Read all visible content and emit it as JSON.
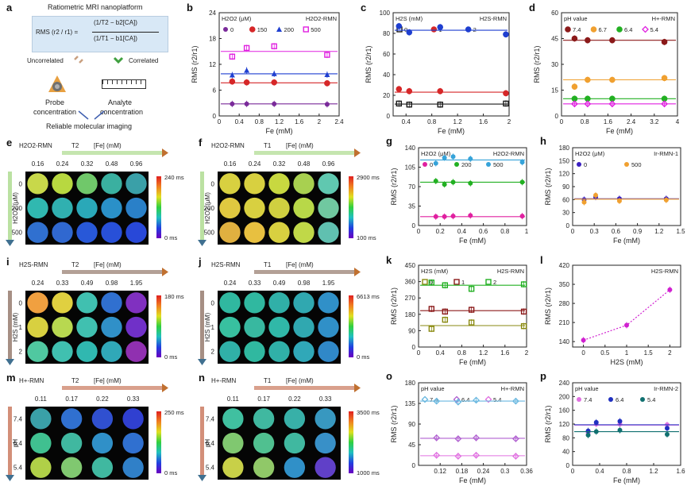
{
  "panel_letters": [
    "a",
    "b",
    "c",
    "d",
    "e",
    "f",
    "g",
    "h",
    "i",
    "j",
    "k",
    "l",
    "m",
    "n",
    "o",
    "p"
  ],
  "schematic": {
    "title": "Ratiometric MRI nanoplatform",
    "formula_lhs": "RMS (r2 / r1) =",
    "formula_num": "(1/T2 − b2[CA])",
    "formula_den": "(1/T1 − b1[CA])",
    "uncorrelated": "Uncorrelated",
    "correlated": "Correlated",
    "probe_line1": "Probe",
    "probe_line2": "concentration",
    "analyte_line1": "Analyte",
    "analyte_line2": "concentration",
    "reliable": "Reliable molecular imaging"
  },
  "colors": {
    "black": "#1a1a1a",
    "red": "#d62728",
    "blue": "#1f3fd0",
    "magenta": "#e020e0",
    "purple": "#7a2a9a",
    "orange": "#f0a030",
    "green": "#22b022",
    "lightblue": "#36a3d9",
    "darkred": "#8b1a1a",
    "olive": "#8a8a10",
    "pink": "#e070e0"
  },
  "chart_data": [
    {
      "id": "b",
      "type": "scatter",
      "title": "H2O2-RMN",
      "legend_title": "H2O2 (μM)",
      "xlabel": "Fe (mM)",
      "ylabel": "RMS (r2/r1)",
      "xlim": [
        0,
        2.4
      ],
      "ylim": [
        0,
        24
      ],
      "xticks": [
        0,
        0.4,
        0.8,
        1.2,
        1.6,
        2.0,
        2.4
      ],
      "yticks": [
        0,
        6,
        12,
        18,
        24
      ],
      "x": [
        0.26,
        0.55,
        1.1,
        2.16
      ],
      "series": [
        {
          "name": "0",
          "color": "#7a2a9a",
          "marker": "circle",
          "values": [
            2.8,
            2.8,
            2.8,
            2.7
          ],
          "fit": 2.8
        },
        {
          "name": "150",
          "color": "#d62728",
          "marker": "hexagon",
          "values": [
            8.0,
            7.8,
            7.8,
            7.6
          ],
          "fit": 7.7
        },
        {
          "name": "200",
          "color": "#1f3fd0",
          "marker": "triangle",
          "values": [
            9.5,
            10.6,
            9.8,
            9.6
          ],
          "fit": 9.8
        },
        {
          "name": "500",
          "color": "#e020e0",
          "marker": "square",
          "values": [
            13.8,
            15.8,
            16.2,
            14.2
          ],
          "fit": 15.0
        }
      ]
    },
    {
      "id": "c",
      "type": "scatter",
      "title": "H2S-RMN",
      "legend_title": "H2S (mM)",
      "xlabel": "Fe (mM)",
      "ylabel": "RMS (r2/r1)",
      "xlim": [
        0.2,
        2.0
      ],
      "ylim": [
        0,
        100
      ],
      "xticks": [
        0.4,
        0.8,
        1.2,
        1.6,
        2.0
      ],
      "yticks": [
        0,
        20,
        40,
        60,
        80,
        100
      ],
      "x": [
        0.29,
        0.45,
        0.93,
        1.95
      ],
      "series": [
        {
          "name": "0",
          "color": "#1a1a1a",
          "marker": "square",
          "values": [
            12,
            11,
            11,
            12
          ],
          "fit": 11.5
        },
        {
          "name": "1",
          "color": "#d62728",
          "marker": "hexagon",
          "values": [
            26,
            24,
            24,
            22
          ],
          "fit": 23
        },
        {
          "name": "2",
          "color": "#1f3fd0",
          "marker": "hexagon",
          "values": [
            87,
            81,
            86,
            79
          ],
          "fit": 83
        }
      ]
    },
    {
      "id": "d",
      "type": "scatter",
      "title": "H+-RMN",
      "legend_title": "pH value",
      "xlabel": "Fe (mM)",
      "ylabel": "RMS (r2/r1)",
      "xlim": [
        0,
        4.0
      ],
      "ylim": [
        0,
        60
      ],
      "xticks": [
        0,
        0.8,
        1.6,
        2.4,
        3.2,
        4.0
      ],
      "yticks": [
        0,
        15,
        30,
        45,
        60
      ],
      "x": [
        0.45,
        0.9,
        1.75,
        3.55
      ],
      "series": [
        {
          "name": "7.4",
          "color": "#8b1a1a",
          "marker": "hexagon",
          "values": [
            45,
            44,
            44,
            43
          ],
          "fit": 44
        },
        {
          "name": "6.7",
          "color": "#f0a030",
          "marker": "hexagon",
          "values": [
            17,
            21,
            21,
            22
          ],
          "fit": 21
        },
        {
          "name": "6.4",
          "color": "#22b022",
          "marker": "hexagon",
          "values": [
            10,
            10,
            10,
            10
          ],
          "fit": 10
        },
        {
          "name": "5.4",
          "color": "#e020e0",
          "marker": "diamond",
          "values": [
            7,
            7,
            7,
            7
          ],
          "fit": 7
        }
      ]
    },
    {
      "id": "g",
      "type": "scatter",
      "title": "H2O2-RMN",
      "legend_title": "H2O2 (μM)",
      "xlabel": "Fe (mM)",
      "ylabel": "RMS (r2/r1)",
      "xlim": [
        0,
        1.0
      ],
      "ylim": [
        0,
        140
      ],
      "xticks": [
        0.0,
        0.2,
        0.4,
        0.6,
        0.8,
        1.0
      ],
      "yticks": [
        0,
        35,
        70,
        105,
        140
      ],
      "x": [
        0.16,
        0.24,
        0.32,
        0.48,
        0.96
      ],
      "series": [
        {
          "name": "0",
          "color": "#e020a0",
          "marker": "circle",
          "values": [
            16,
            16,
            17,
            18,
            17
          ],
          "fit": 16
        },
        {
          "name": "200",
          "color": "#22b022",
          "marker": "circle",
          "values": [
            80,
            74,
            78,
            76,
            78
          ],
          "fit": 78
        },
        {
          "name": "500",
          "color": "#36a3d9",
          "marker": "circle",
          "values": [
            112,
            122,
            124,
            120,
            114
          ],
          "fit": 118
        }
      ]
    },
    {
      "id": "h",
      "type": "scatter",
      "title": "Ir-RMN-1",
      "legend_title": "H2O2 (μM)",
      "xlabel": "Fe (mM)",
      "ylabel": "RMS (r2/r1)",
      "xlim": [
        0,
        1.5
      ],
      "ylim": [
        0,
        180
      ],
      "xticks": [
        0.0,
        0.3,
        0.6,
        0.9,
        1.2,
        1.5
      ],
      "yticks": [
        0,
        30,
        60,
        90,
        120,
        150,
        180
      ],
      "x": [
        0.16,
        0.32,
        0.65,
        1.3
      ],
      "series": [
        {
          "name": "0",
          "color": "#3a1fc0",
          "marker": "circle",
          "values": [
            60,
            66,
            62,
            62
          ],
          "fit": 62
        },
        {
          "name": "500",
          "color": "#f0a030",
          "marker": "circle",
          "values": [
            54,
            70,
            57,
            59
          ],
          "fit": 61
        }
      ]
    },
    {
      "id": "k",
      "type": "scatter",
      "title": "H2S-RMN",
      "legend_title": "H2S (mM)",
      "xlabel": "Fe (mM)",
      "ylabel": "RMS (r2/r1)",
      "xlim": [
        0,
        2.0
      ],
      "ylim": [
        0,
        450
      ],
      "xticks": [
        0.0,
        0.4,
        0.8,
        1.2,
        1.6,
        2.0
      ],
      "yticks": [
        0,
        90,
        180,
        270,
        360,
        450
      ],
      "x": [
        0.24,
        0.49,
        0.98,
        1.95
      ],
      "series": [
        {
          "name": "0",
          "color": "#8a8a10",
          "marker": "square",
          "values": [
            100,
            150,
            135,
            115
          ],
          "fit": 118
        },
        {
          "name": "1",
          "color": "#8b1a1a",
          "marker": "square",
          "values": [
            210,
            195,
            205,
            195
          ],
          "fit": 200
        },
        {
          "name": "2",
          "color": "#22b022",
          "marker": "square",
          "values": [
            355,
            340,
            320,
            345
          ],
          "fit": 340
        }
      ]
    },
    {
      "id": "l",
      "type": "line",
      "title": "H2S-RMN",
      "xlabel": "H2S (mM)",
      "ylabel": "RMS (r2/r1)",
      "xlim": [
        -0.25,
        2.25
      ],
      "ylim": [
        120,
        420
      ],
      "xticks": [
        0.0,
        0.5,
        1.0,
        1.5,
        2.0
      ],
      "yticks": [
        140,
        210,
        280,
        350,
        420
      ],
      "x": [
        0,
        1,
        2
      ],
      "series": [
        {
          "name": "",
          "color": "#d020d0",
          "marker": "circle",
          "values": [
            145,
            200,
            330
          ]
        }
      ]
    },
    {
      "id": "o",
      "type": "scatter",
      "title": "H+-RMN",
      "legend_title": "pH value",
      "xlabel": "Fe (mM)",
      "ylabel": "RMS (r2/r1)",
      "xlim": [
        0.06,
        0.36
      ],
      "ylim": [
        0,
        180
      ],
      "xticks": [
        0.12,
        0.18,
        0.24,
        0.3,
        0.36
      ],
      "yticks": [
        0,
        45,
        90,
        135,
        180
      ],
      "x": [
        0.11,
        0.17,
        0.22,
        0.33
      ],
      "series": [
        {
          "name": "7.4",
          "color": "#6ab8e0",
          "marker": "diamond",
          "values": [
            140,
            138,
            142,
            140
          ],
          "fit": 140
        },
        {
          "name": "6.4",
          "color": "#b060d0",
          "marker": "diamond",
          "values": [
            60,
            58,
            60,
            58
          ],
          "fit": 59
        },
        {
          "name": "5.4",
          "color": "#e070e0",
          "marker": "diamond",
          "values": [
            22,
            20,
            22,
            20
          ],
          "fit": 21
        }
      ]
    },
    {
      "id": "p",
      "type": "scatter",
      "title": "Ir-RMN-2",
      "legend_title": "pH value",
      "xlabel": "Fe (mM)",
      "ylabel": "RMS (r2/r1)",
      "xlim": [
        0,
        1.6
      ],
      "ylim": [
        0,
        240
      ],
      "xticks": [
        0.0,
        0.4,
        0.8,
        1.2,
        1.6
      ],
      "yticks": [
        0,
        40,
        80,
        120,
        160,
        200,
        240
      ],
      "x": [
        0.23,
        0.35,
        0.7,
        1.4
      ],
      "series": [
        {
          "name": "7.4",
          "color": "#e070e0",
          "marker": "circle",
          "values": [
            95,
            120,
            120,
            118
          ],
          "fit": 117
        },
        {
          "name": "6.4",
          "color": "#2030c0",
          "marker": "circle",
          "values": [
            100,
            125,
            128,
            108
          ],
          "fit": 118
        },
        {
          "name": "5.4",
          "color": "#107070",
          "marker": "circle",
          "values": [
            88,
            98,
            102,
            90
          ],
          "fit": 98
        }
      ]
    }
  ],
  "image_grids": [
    {
      "id": "e",
      "title": "H2O2-RMN",
      "mode": "T2",
      "conc_label": "[Fe] (mM)",
      "fe": [
        "0.16",
        "0.24",
        "0.32",
        "0.48",
        "0.96"
      ],
      "row_axis": "H2O2 (μM)",
      "rows": [
        "0",
        "200",
        "500"
      ],
      "scale_max": "240 ms",
      "scale_min": "0 ms",
      "arrow_color": "#9ed47a",
      "wells": [
        [
          "#c8d84a",
          "#b8d840",
          "#70c86a",
          "#3ab0a0",
          "#3aa0a8"
        ],
        [
          "#30b8b0",
          "#30b0b0",
          "#2aa8b8",
          "#2a90c8",
          "#2a80c8"
        ],
        [
          "#3070d0",
          "#3068d0",
          "#2858d8",
          "#2850d8",
          "#2848d8"
        ]
      ]
    },
    {
      "id": "f",
      "title": "H2O2-RMN",
      "mode": "T1",
      "conc_label": "[Fe] (mM)",
      "fe": [
        "0.16",
        "0.24",
        "0.32",
        "0.48",
        "0.96"
      ],
      "row_axis": "H2O2 (μM)",
      "rows": [
        "0",
        "200",
        "500"
      ],
      "scale_max": "2900 ms",
      "scale_min": "100 ms",
      "arrow_color": "#9ed47a",
      "wells": [
        [
          "#d8d040",
          "#d8d040",
          "#c8d840",
          "#a8d050",
          "#60c8b0"
        ],
        [
          "#e0c840",
          "#d8d040",
          "#d0d040",
          "#b8d848",
          "#70c8a0"
        ],
        [
          "#e0b040",
          "#e8c040",
          "#d8d040",
          "#c0d848",
          "#60c0b0"
        ]
      ]
    },
    {
      "id": "i",
      "title": "H2S-RMN",
      "mode": "T2",
      "conc_label": "[Fe] (mM)",
      "fe": [
        "0.24",
        "0.33",
        "0.49",
        "0.98",
        "1.95"
      ],
      "row_axis": "H2S (mM)",
      "rows": [
        "0",
        "1",
        "2"
      ],
      "scale_max": "180 ms",
      "scale_min": "0 ms",
      "arrow_color": "#806050",
      "wells": [
        [
          "#f0a040",
          "#e0d040",
          "#40c0b0",
          "#3070d0",
          "#8030c0"
        ],
        [
          "#d8d040",
          "#b8d850",
          "#40c0b0",
          "#3090c8",
          "#7030c8"
        ],
        [
          "#50c8a0",
          "#40c0b0",
          "#30b8b0",
          "#30a8b8",
          "#9030b0"
        ]
      ]
    },
    {
      "id": "j",
      "title": "H2S-RMN",
      "mode": "T1",
      "conc_label": "[Fe] (mM)",
      "fe": [
        "0.24",
        "0.33",
        "0.49",
        "0.98",
        "1.95"
      ],
      "row_axis": "H2S (mM)",
      "rows": [
        "0",
        "1",
        "2"
      ],
      "scale_max": "6613 ms",
      "scale_min": "0 ms",
      "arrow_color": "#806050",
      "wells": [
        [
          "#30b8a0",
          "#30b8a0",
          "#30b0a8",
          "#30a8b0",
          "#3090c8"
        ],
        [
          "#38c0a0",
          "#38b8a0",
          "#30b8a8",
          "#30a8b0",
          "#3090c8"
        ],
        [
          "#30b0a8",
          "#30b8a0",
          "#30b0a8",
          "#30a8b8",
          "#3088c8"
        ]
      ]
    },
    {
      "id": "m",
      "title": "H+-RMN",
      "mode": "T2",
      "conc_label": "[Fe] (mM)",
      "fe": [
        "0.11",
        "0.17",
        "0.22",
        "0.33"
      ],
      "row_axis": "pH",
      "rows": [
        "7.4",
        "6.4",
        "5.4"
      ],
      "scale_max": "250 ms",
      "scale_min": "0 ms",
      "arrow_color": "#c06040",
      "wells": [
        [
          "#3aa0a8",
          "#3070d0",
          "#3050d0",
          "#3040d0"
        ],
        [
          "#40c090",
          "#40b8a0",
          "#3090c8",
          "#3070d0"
        ],
        [
          "#b0d048",
          "#80c870",
          "#40b8a0",
          "#3080c8"
        ]
      ]
    },
    {
      "id": "n",
      "title": "H+-RMN",
      "mode": "T1",
      "conc_label": "[Fe] (mM)",
      "fe": [
        "0.11",
        "0.17",
        "0.22",
        "0.33"
      ],
      "row_axis": "pH",
      "rows": [
        "7.4",
        "6.4",
        "5.4"
      ],
      "scale_max": "3500 ms",
      "scale_min": "1000 ms",
      "arrow_color": "#c06040",
      "wells": [
        [
          "#40c0a0",
          "#40b8a0",
          "#38b0a8",
          "#3898c0"
        ],
        [
          "#80c870",
          "#50c090",
          "#40b8a0",
          "#3890c8"
        ],
        [
          "#c8d048",
          "#90c868",
          "#3090c8",
          "#6040c8"
        ]
      ]
    }
  ]
}
